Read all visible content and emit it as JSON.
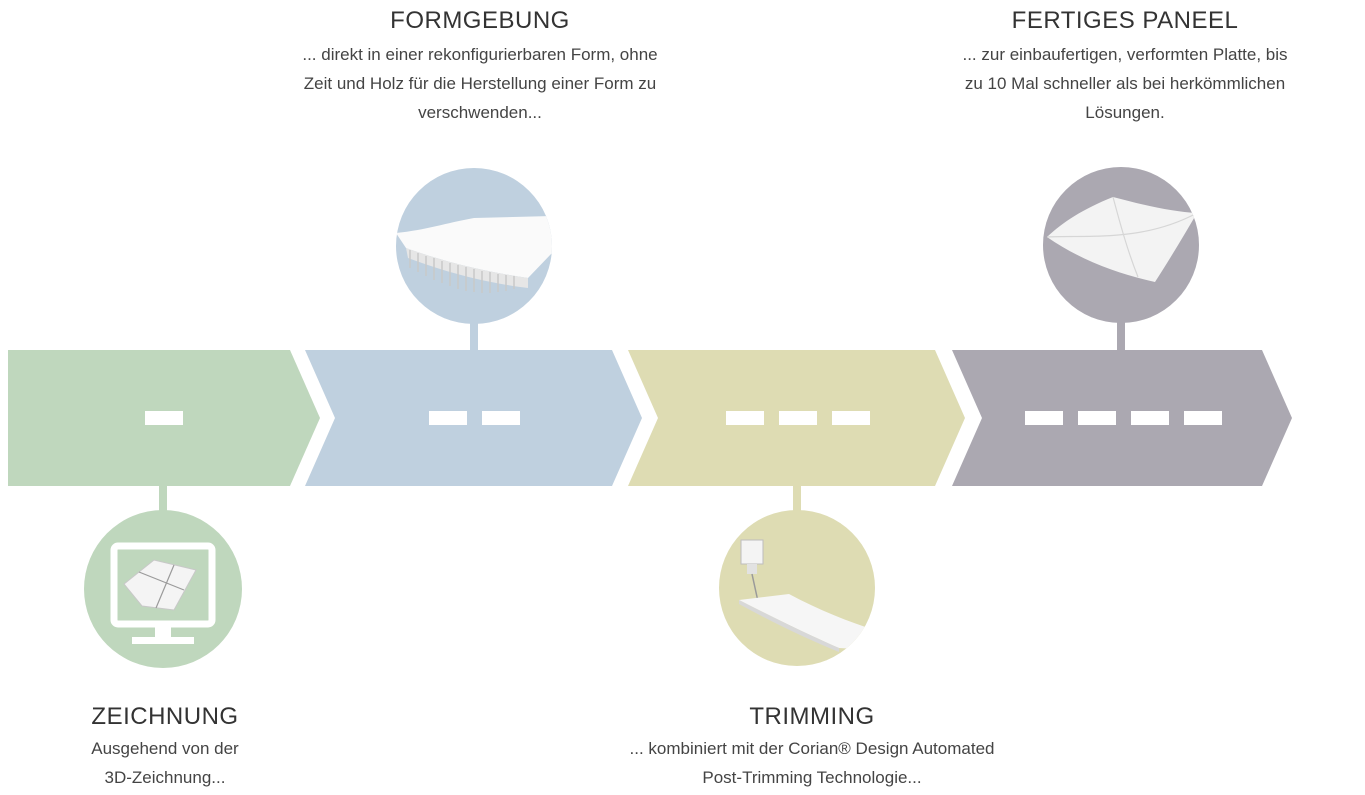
{
  "colors": {
    "green": "#bfd7bd",
    "blue": "#bfd0df",
    "yellow": "#dedcb3",
    "purple": "#aba8b1"
  },
  "steps": [
    {
      "title": "ZEICHNUNG",
      "desc_line1": "Ausgehend von der",
      "desc_line2": "3D-Zeichnung...",
      "icon": "monitor-drawing-icon"
    },
    {
      "title": "FORMGEBUNG",
      "desc_line1": "... direkt in einer rekonfigurierbaren Form, ohne",
      "desc_line2": "Zeit und Holz für die Herstellung einer Form zu",
      "desc_line3": "verschwenden...",
      "icon": "reconfigurable-mould-icon"
    },
    {
      "title": "TRIMMING",
      "desc_line1": "... kombiniert mit der Corian® Design Automated",
      "desc_line2": "Post-Trimming Technologie...",
      "icon": "trimming-tool-icon"
    },
    {
      "title": "FERTIGES PANEEL",
      "desc_line1": "... zur einbaufertigen, verformten Platte, bis",
      "desc_line2": "zu 10 Mal schneller als bei herkömmlichen",
      "desc_line3": "Lösungen.",
      "icon": "finished-panel-icon"
    }
  ]
}
